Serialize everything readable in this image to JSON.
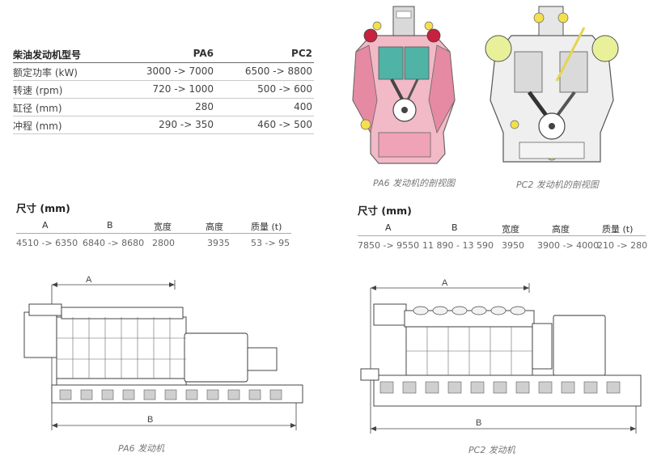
{
  "spec_table": {
    "header": {
      "label": "柴油发动机型号",
      "pa6": "PA6",
      "pc2": "PC2"
    },
    "rows": [
      {
        "label": "额定功率 (kW)",
        "pa6": "3000 -> 7000",
        "pc2": "6500 -> 8800"
      },
      {
        "label": "转速 (rpm)",
        "pa6": "720 -> 1000",
        "pc2": "500 -> 600"
      },
      {
        "label": "缸径 (mm)",
        "pa6": "280",
        "pc2": "400"
      },
      {
        "label": "冲程 (mm)",
        "pa6": "290 -> 350",
        "pc2": "460 -> 500"
      }
    ]
  },
  "cutaways": {
    "pa6_caption": "PA6 发动机的剖视图",
    "pc2_caption": "PC2 发动机的剖视图"
  },
  "dims_left": {
    "title": "尺寸 (mm)",
    "headers": [
      "A",
      "B",
      "宽度",
      "高度",
      "质量 (t)"
    ],
    "values": [
      "4510 -> 6350",
      "6840 -> 8680",
      "2800",
      "3935",
      "53 -> 95"
    ]
  },
  "dims_right": {
    "title": "尺寸 (mm)",
    "headers": [
      "A",
      "B",
      "宽度",
      "高度",
      "质量 (t)"
    ],
    "values": [
      "7850 -> 9550",
      "11 890 - 13 590",
      "3950",
      "3900 -> 4000",
      "210 -> 280"
    ]
  },
  "drawings": {
    "label_a": "A",
    "label_b": "B",
    "pa6_caption": "PA6 发动机",
    "pc2_caption": "PC2 发动机"
  }
}
